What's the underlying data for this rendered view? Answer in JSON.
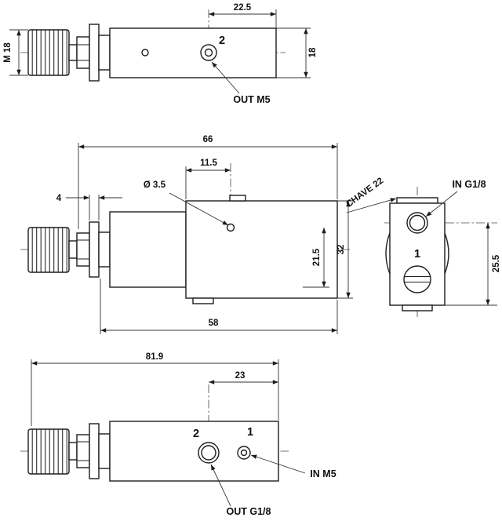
{
  "top_view": {
    "thread": "M 18",
    "dim_port_offset": "22.5",
    "dim_height": "18",
    "port2": "2",
    "out_port": "OUT M5"
  },
  "front_view": {
    "dim_length": "66",
    "dim_hole_offset": "11.5",
    "hole_dia": "Ø 3.5",
    "dim_flange": "4",
    "dim_hole_depth": "21.5",
    "dim_height": "32",
    "dim_body": "58"
  },
  "side_view": {
    "wrench": "CHAVE 22",
    "in_port": "IN G1/8",
    "port1": "1",
    "dim_depth": "25.5"
  },
  "bottom_view": {
    "dim_total": "81.9",
    "dim_port_offset": "23",
    "port2": "2",
    "port1": "1",
    "out_port": "OUT G1/8",
    "in_port": "IN M5"
  }
}
